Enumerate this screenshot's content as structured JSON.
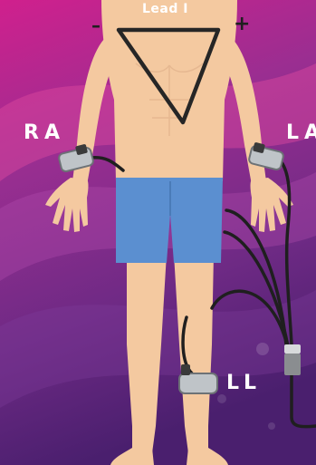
{
  "labels": {
    "lead": "Lead I",
    "minus": "–",
    "plus": "+",
    "ra": "RA",
    "la": "LA",
    "ll": "LL"
  },
  "colors": {
    "background_top": "#c81e8c",
    "background_bottom": "#5a1f7a",
    "skin": "#f4c9a0",
    "shorts": "#5b8fd0",
    "electrode": "#bfc4c8",
    "triangle": "#262626",
    "label_text": "#ffffff"
  },
  "icons": {
    "electrode": "ecg-electrode-clip-icon"
  }
}
